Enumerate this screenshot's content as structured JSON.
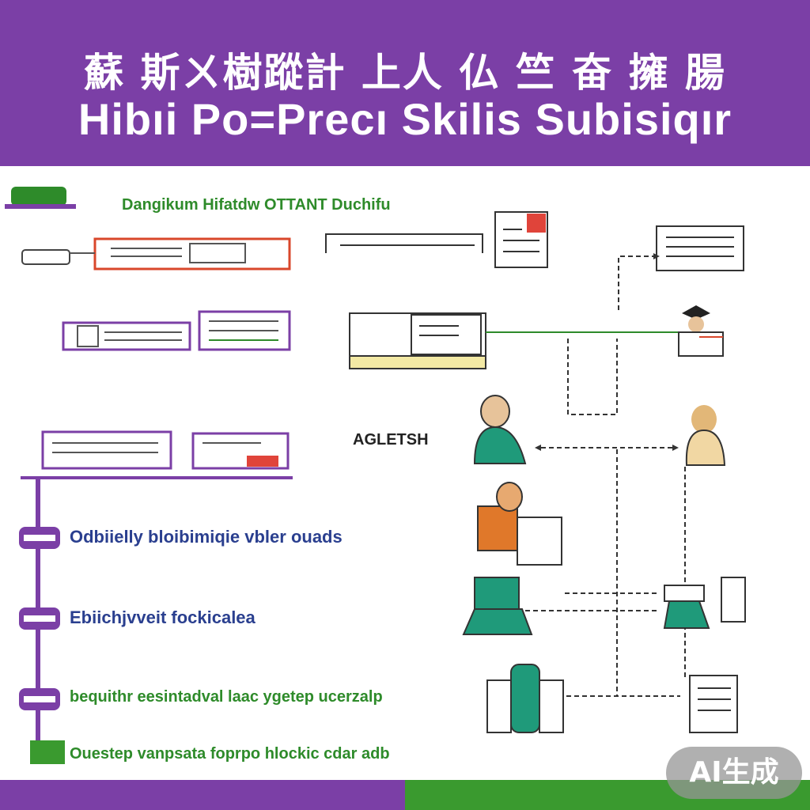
{
  "header": {
    "title_cn": "蘇 斯ㄨ樹蹤計 上人 仏 竺 奋 擁 腸",
    "title_en": "Hibıi Po=Precı Skilis Subisiqır"
  },
  "labels": {
    "top_banner": "Dangikum Hifatdw OTTANT Duchifu",
    "center": "AGLETSH",
    "step1": "Odbiielly bloibimiqie vbler ouads",
    "step2": "Ebiichjvveit fockicalea",
    "step3": "bequithr eesintadval laac ygetep ucerzalp",
    "step4": "Ouestep vanpsata foprpo hlockic cdar adb"
  },
  "badge": "AI生成",
  "colors": {
    "purple": "#7b3fa6",
    "green": "#3a9a2f",
    "teal": "#1f9a7a",
    "orange": "#e0782a"
  }
}
